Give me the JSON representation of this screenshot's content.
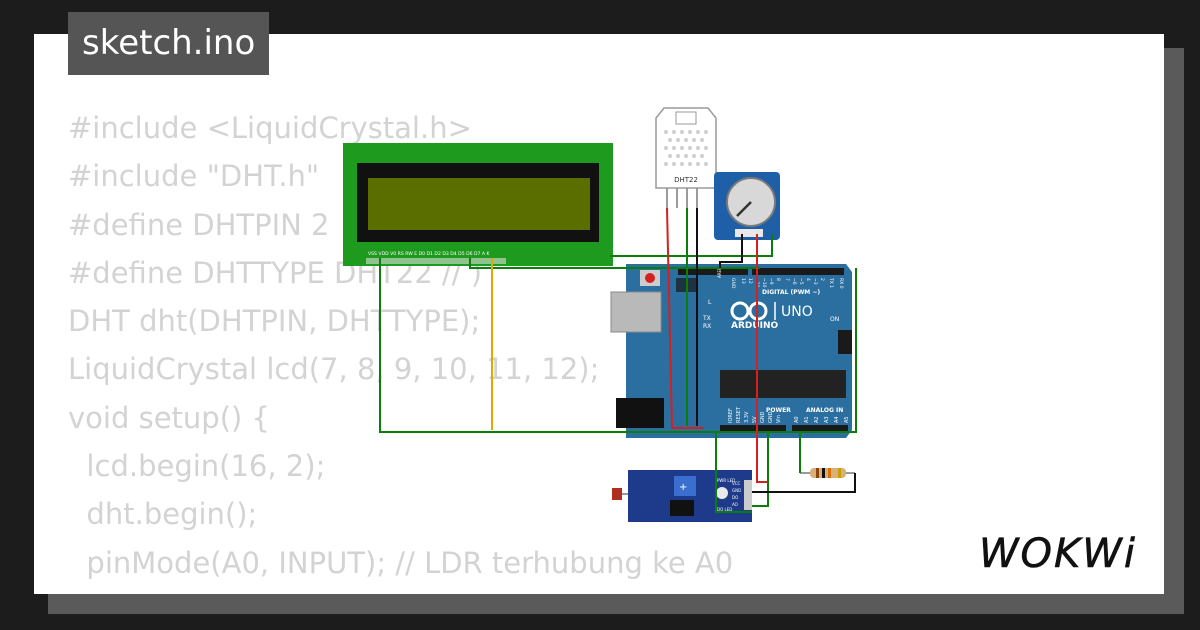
{
  "header": {
    "filename": "sketch.ino"
  },
  "code_lines": [
    "#include <LiquidCrystal.h>",
    "#include \"DHT.h\"",
    "#define DHTPIN 2",
    "#define DHTTYPE DHT22 // )",
    "DHT dht(DHTPIN, DHTTYPE);",
    "LiquidCrystal lcd(7, 8, 9, 10, 11, 12);",
    "void setup() {",
    "  lcd.begin(16, 2);",
    "  dht.begin();",
    "  pinMode(A0, INPUT); // LDR terhubung ke A0",
    "}"
  ],
  "circuit": {
    "lcd": {
      "pin_labels": "VSS VDD V0 RS RW E D0 D1 D2 D3 D4 D5 D6 D7 A K"
    },
    "dht": {
      "label": "DHT22"
    },
    "arduino": {
      "brand": "ARDUINO",
      "model": "UNO",
      "digital_label": "DIGITAL (PWM ~)",
      "power_label": "POWER",
      "analog_label": "ANALOG IN",
      "on_label": "ON",
      "tx_label": "TX",
      "rx_label": "RX",
      "l_label": "L",
      "aref_label": "AREF",
      "gnd_label": "GND",
      "analog_pins": [
        "A0",
        "A1",
        "A2",
        "A3",
        "A4",
        "A5"
      ],
      "power_pins": [
        "IOREF",
        "RESET",
        "3.3V",
        "5V",
        "GND",
        "GND",
        "Vin"
      ],
      "digital_pins": [
        "13",
        "12",
        "~11",
        "~10",
        "~9",
        "8",
        "7",
        "~6",
        "~5",
        "4",
        "~3",
        "2",
        "TX 1",
        "RX 0"
      ]
    },
    "ldr_module": {
      "pins": [
        "VCC",
        "GND",
        "DO",
        "AO"
      ],
      "leds": [
        "PWR LED",
        "DO LED"
      ]
    }
  },
  "colors": {
    "lcd_frame": "#1e9b1e",
    "lcd_screen": "#5a6e00",
    "arduino_board": "#2b6fa0",
    "wire_green": "#0a7d0a",
    "wire_red": "#d42020",
    "wire_black": "#111111",
    "wire_yellow": "#e0a800"
  },
  "brand": {
    "logo_text": "WOKWi"
  }
}
